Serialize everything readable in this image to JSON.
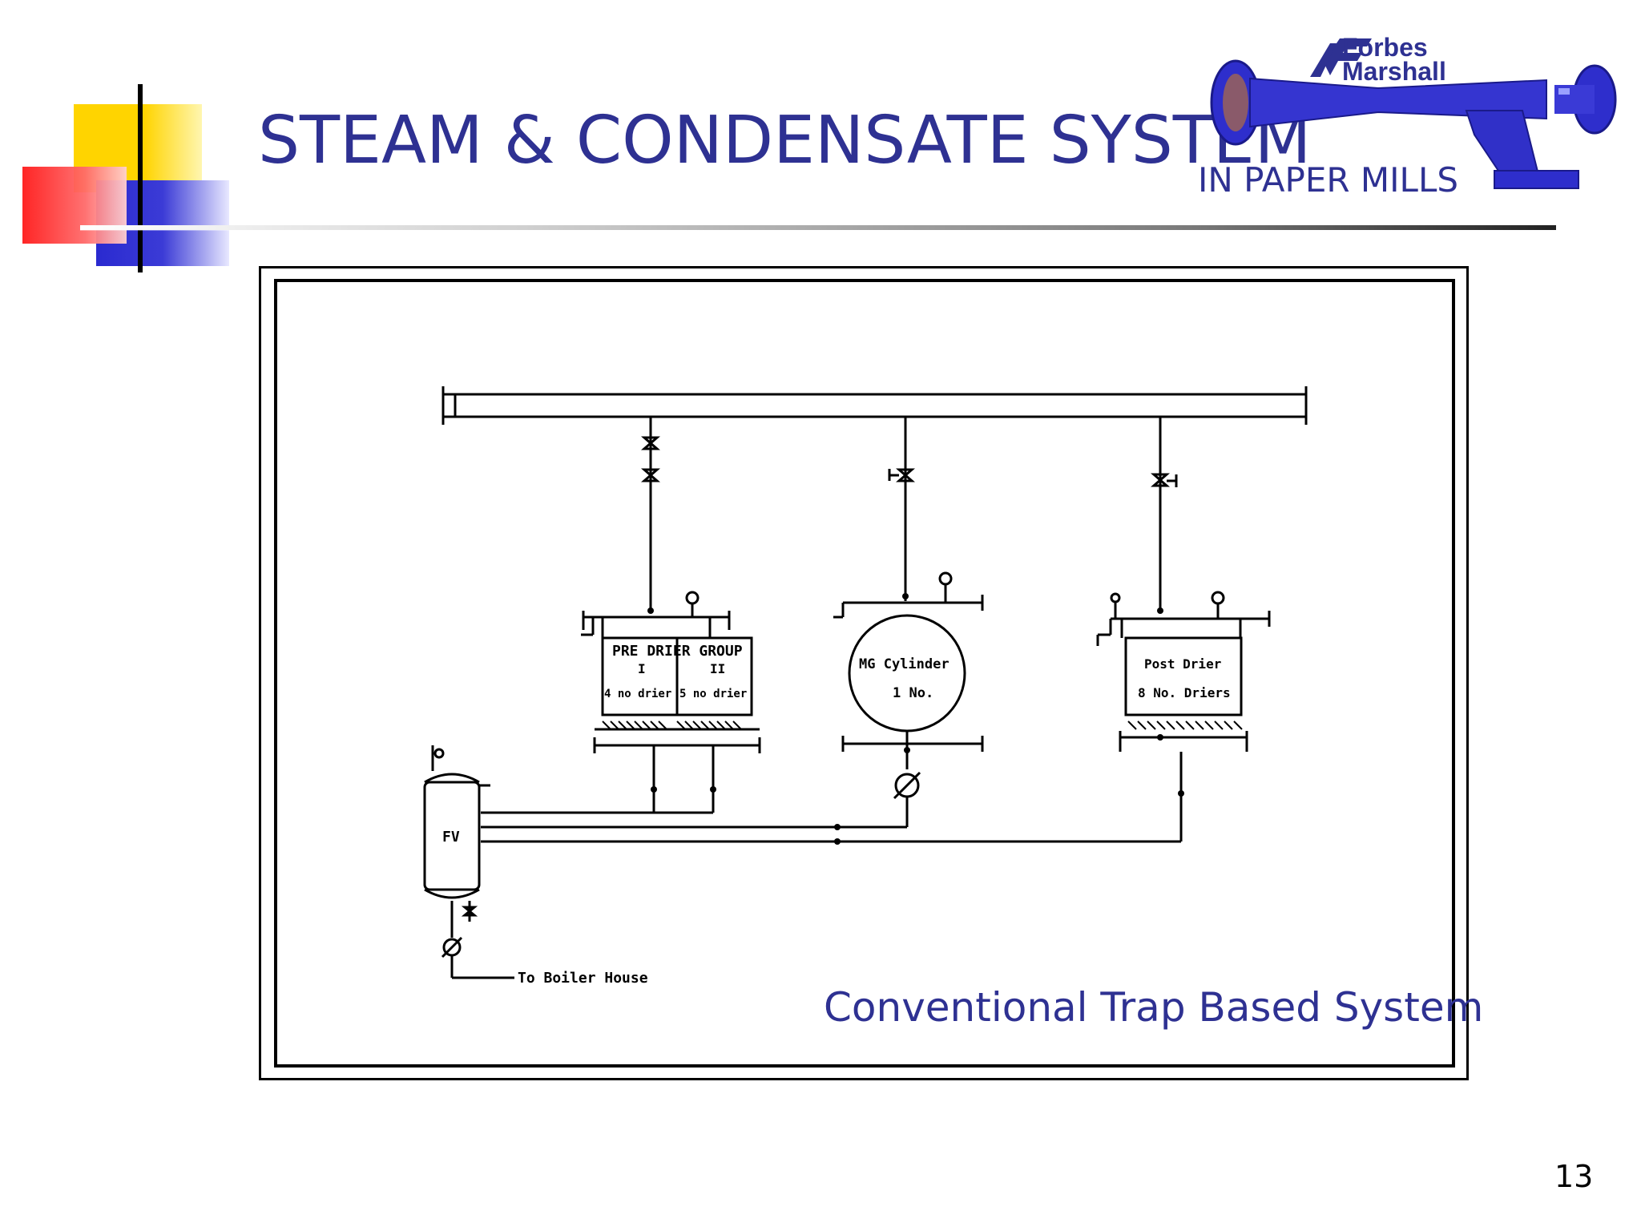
{
  "slide": {
    "title": "STEAM & CONDENSATE SYSTEM",
    "subtitle": "IN PAPER MILLS",
    "caption": "Conventional Trap Based System",
    "page_number": "13"
  },
  "logo": {
    "line1": "Forbes",
    "line2": "Marshall",
    "brand_color": "#2e3192"
  },
  "diagram": {
    "header_top_label": "",
    "header_bottom_label": "",
    "pre_drier_label": "PRE DRIER GROUP",
    "pre_drier_left_num": "I",
    "pre_drier_right_num": "II",
    "pre_drier_left_count": "4 no drier",
    "pre_drier_right_count": "5 no drier",
    "mg_cylinder_label": "MG Cylinder",
    "mg_cylinder_count": "1 No.",
    "post_drier_label": "Post Drier",
    "post_drier_count": "8 No. Driers",
    "flash_vessel_label": "FV",
    "to_boiler_label": "To Boiler House"
  },
  "colors": {
    "title": "#2e3192",
    "yellow": "#ffd400",
    "red": "#ff2020",
    "blue": "#2e2ecc"
  }
}
